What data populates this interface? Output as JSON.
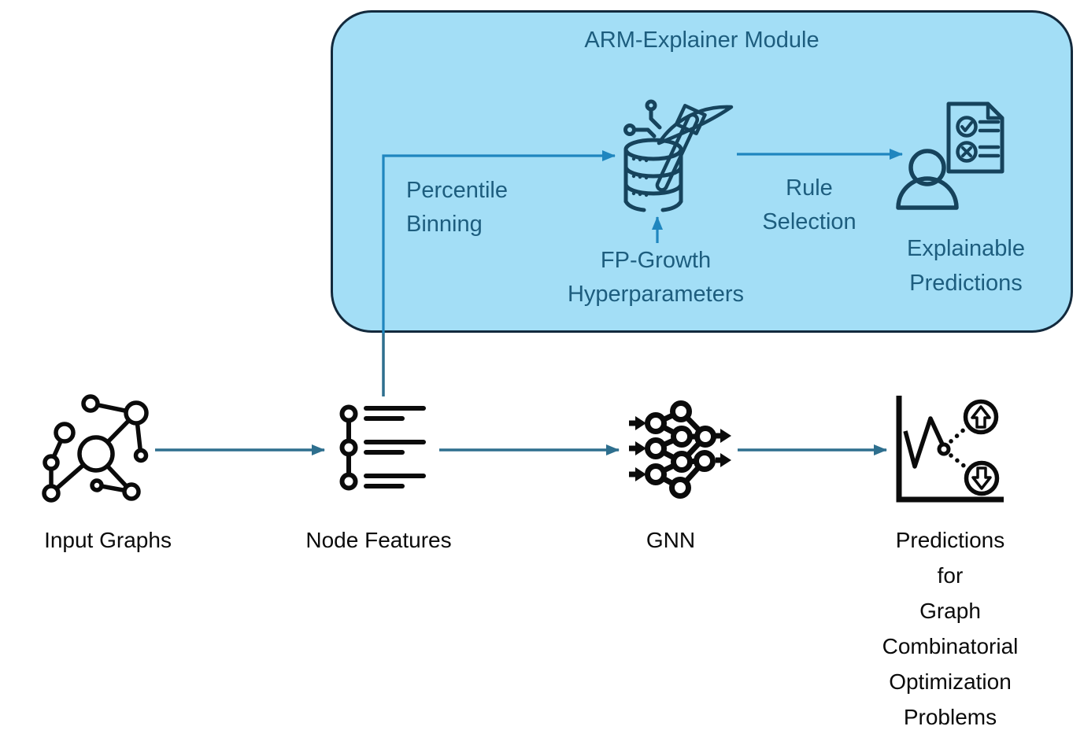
{
  "module": {
    "title": "ARM-Explainer Module",
    "labels": {
      "percentile_binning": "Percentile\nBinning",
      "fp_growth": "FP-Growth\nHyperparameters",
      "rule_selection": "Rule\nSelection",
      "explainable_predictions": "Explainable\nPredictions"
    },
    "icons": [
      "data-mining-pickaxe-icon",
      "person-checklist-icon"
    ]
  },
  "pipeline": {
    "steps": [
      {
        "label": "Input Graphs",
        "icon": "graph-network-icon"
      },
      {
        "label": "Node Features",
        "icon": "node-features-icon"
      },
      {
        "label": "GNN",
        "icon": "gnn-icon"
      },
      {
        "label": "Predictions for\nGraph\nCombinatorial\nOptimization\nProblems",
        "icon": "predictions-chart-icon"
      }
    ]
  },
  "colors": {
    "background": "#FFFFFF",
    "module-fill": "#A3DEF6",
    "module-border": "#132A3D",
    "module-text": "#1D5D7E",
    "module-arrow": "#1F86BF",
    "flow-arrow": "#2E6F8E",
    "icon-ink": "#0B0B0B",
    "icon-teal": "#16435C"
  }
}
